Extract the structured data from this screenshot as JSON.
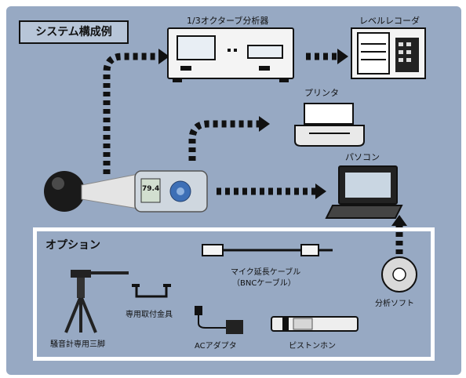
{
  "diagram": {
    "title": "システム構成例",
    "devices": {
      "analyzer": "1/3オクターブ分析器",
      "level_recorder": "レベルレコーダ",
      "printer": "プリンタ",
      "pc": "パソコン",
      "meter_display": "79.4"
    },
    "options": {
      "heading": "オプション",
      "tripod": "騒音計専用三脚",
      "mount": "専用取付金具",
      "cable_line1": "マイク延長ケーブル",
      "cable_line2": "（BNCケーブル）",
      "adapter": "ACアダプタ",
      "pistonphone": "ピストンホン",
      "software": "分析ソフト"
    }
  }
}
